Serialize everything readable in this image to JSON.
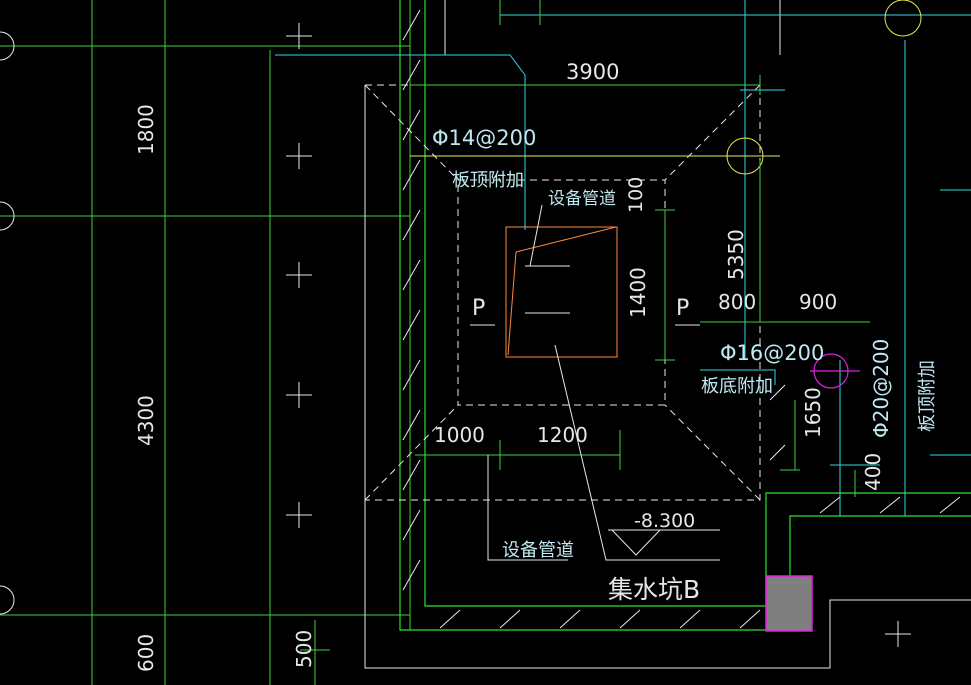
{
  "drawing": {
    "dims": {
      "d3900": "3900",
      "d1800": "1800",
      "d4300": "4300",
      "d600": "600",
      "d500": "500",
      "d100": "100",
      "d1400": "1400",
      "d5350": "5350",
      "d800": "800",
      "d900": "900",
      "d1650": "1650",
      "d400": "400",
      "d1000": "1000",
      "d1200": "1200"
    },
    "labels": {
      "rebar_top": "Φ14@200",
      "slab_top_add": "板顶附加",
      "equip_duct_1": "设备管道",
      "section_p_left": "P",
      "section_p_right": "P",
      "rebar_bottom": "Φ16@200",
      "slab_bottom_add": "板底附加",
      "rebar_right": "Φ20@200",
      "slab_top_add_right": "板顶附加",
      "elevation": "-8.300",
      "equip_duct_2": "设备管道",
      "sump": "集水坑B"
    },
    "colors": {
      "background": "#000000",
      "grid_green": "#3fd13f",
      "cyan": "#2fd8e8",
      "yellow": "#e8e850",
      "orange": "#ff8a3a",
      "magenta": "#e020e0",
      "white": "#e8e8e8"
    }
  }
}
